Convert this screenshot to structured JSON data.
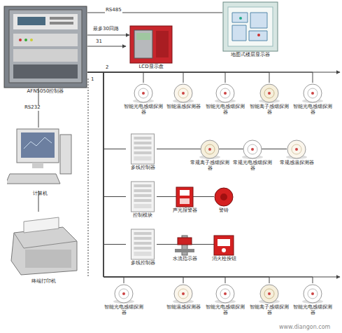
{
  "diagram": {
    "nodes": [
      {
        "text": [
          "AFN5050控制器"
        ]
      },
      {
        "text": [
          "地图式楼层显示器"
        ]
      },
      {
        "text": [
          "LCD显示盘"
        ]
      },
      {
        "text": [
          "计算机"
        ]
      },
      {
        "text": [
          "终端打印机"
        ]
      },
      {
        "text": [
          "智能光电感烟探测器"
        ]
      },
      {
        "text": [
          "智能温感探测器"
        ]
      },
      {
        "text": [
          "智能光电感烟探测器"
        ]
      },
      {
        "text": [
          "智能离子感烟探测器"
        ]
      },
      {
        "text": [
          "智能光电感烟探测器"
        ]
      },
      {
        "text": [
          "多线控制器"
        ]
      },
      {
        "text": [
          "常规离子感烟探测器"
        ]
      },
      {
        "text": [
          "常规光电感烟探测器"
        ]
      },
      {
        "text": [
          "常规感温探测器"
        ]
      },
      {
        "text": [
          "控制模块"
        ]
      },
      {
        "text": [
          "声光报警器"
        ]
      },
      {
        "text": [
          "警铃"
        ]
      },
      {
        "text": [
          "多线控制器"
        ]
      },
      {
        "text": [
          "水流指示器"
        ]
      },
      {
        "text": [
          "消火栓按钮"
        ]
      },
      {
        "text": [
          "智能光电感烟探测器"
        ]
      },
      {
        "text": [
          "智能温感探测器"
        ]
      },
      {
        "text": [
          "智能光电感烟探测器"
        ]
      },
      {
        "text": [
          "智能离子感烟探测器"
        ]
      },
      {
        "text": [
          "智能光电感烟探测器"
        ]
      }
    ],
    "edges": [
      {
        "from": 0,
        "to": 1,
        "arrow": "none",
        "label": "RS485"
      },
      {
        "from": 0,
        "to": 2,
        "arrow": "to"
      },
      {
        "from": 0,
        "to": 3,
        "arrow": "none",
        "label": "RS232"
      },
      {
        "from": 3,
        "to": 4,
        "arrow": "none"
      },
      {
        "from": 0,
        "to": 5,
        "arrow": "none"
      },
      {
        "from": 0,
        "to": 6,
        "arrow": "none"
      },
      {
        "from": 0,
        "to": 7,
        "arrow": "none"
      },
      {
        "from": 0,
        "to": 8,
        "arrow": "none"
      },
      {
        "from": 0,
        "to": 9,
        "arrow": "none"
      },
      {
        "from": 0,
        "to": 10,
        "arrow": "none"
      },
      {
        "from": 0,
        "to": 14,
        "arrow": "none"
      },
      {
        "from": 0,
        "to": 17,
        "arrow": "none"
      },
      {
        "from": 10,
        "to": 11,
        "arrow": "none"
      },
      {
        "from": 10,
        "to": 12,
        "arrow": "none"
      },
      {
        "from": 10,
        "to": 13,
        "arrow": "none"
      },
      {
        "from": 14,
        "to": 15,
        "arrow": "none"
      },
      {
        "from": 14,
        "to": 16,
        "arrow": "none"
      },
      {
        "from": 17,
        "to": 18,
        "arrow": "none"
      },
      {
        "from": 17,
        "to": 19,
        "arrow": "none"
      },
      {
        "from": 0,
        "to": 20,
        "arrow": "none"
      },
      {
        "from": 0,
        "to": 21,
        "arrow": "none"
      },
      {
        "from": 0,
        "to": 22,
        "arrow": "none"
      },
      {
        "from": 0,
        "to": 23,
        "arrow": "none"
      },
      {
        "from": 0,
        "to": 24,
        "arrow": "none"
      }
    ],
    "labels": [
      "最多30回路",
      "31",
      "2",
      "1",
      "www.diangon.com"
    ]
  }
}
